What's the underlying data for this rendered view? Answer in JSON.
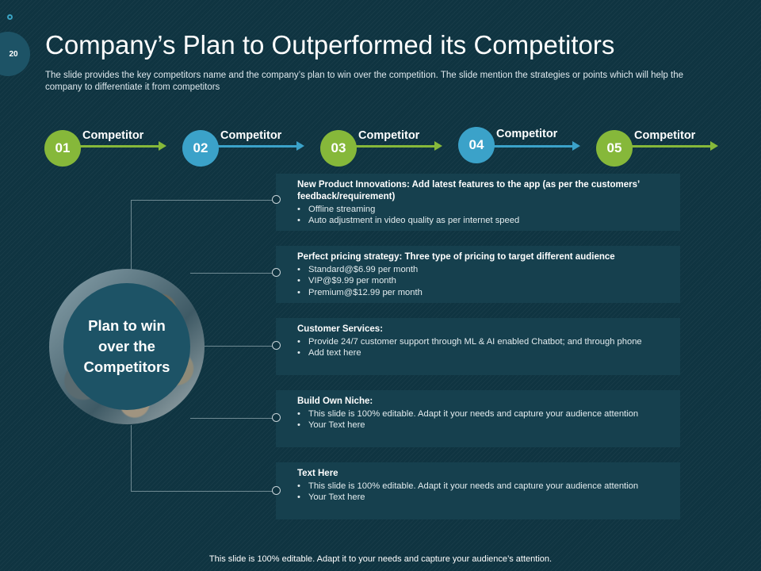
{
  "slide_number": "20",
  "title": "Company’s Plan to Outperformed its Competitors",
  "subtitle": "The slide provides the key competitors name and the company’s plan to win over the competition. The slide mention the strategies or points which will help the company to differentiate it from competitors",
  "colors": {
    "green": "#86b83a",
    "blue": "#3ba2c9",
    "background": "#0f3441",
    "card": "#16404e"
  },
  "steps": [
    {
      "number": "01",
      "label": "Competitor"
    },
    {
      "number": "02",
      "label": "Competitor"
    },
    {
      "number": "03",
      "label": "Competitor"
    },
    {
      "number": "04",
      "label": "Competitor"
    },
    {
      "number": "05",
      "label": "Competitor"
    }
  ],
  "center": {
    "line1": "Plan to win",
    "line2": "over the",
    "line3": "Competitors"
  },
  "cards": [
    {
      "heading": "New Product Innovations: Add latest features to the app (as per the customers’ feedback/requirement)",
      "bullets": [
        "Offline streaming",
        "Auto adjustment in video quality as per internet speed"
      ]
    },
    {
      "heading": "Perfect pricing strategy: Three type of pricing to target different audience",
      "bullets": [
        "Standard@$6.99 per month",
        "VIP@$9.99 per month",
        "Premium@$12.99 per month"
      ]
    },
    {
      "heading": "Customer Services:",
      "bullets": [
        "Provide 24/7 customer support through ML & AI enabled Chatbot; and through phone",
        "Add text here"
      ]
    },
    {
      "heading": "Build Own Niche:",
      "bullets": [
        "This slide is 100% editable. Adapt it your needs and capture your audience attention",
        "Your Text here"
      ]
    },
    {
      "heading": "Text Here",
      "bullets": [
        "This slide is 100% editable. Adapt it your needs and capture your audience attention",
        "Your Text here"
      ]
    }
  ],
  "footer": "This slide is 100% editable. Adapt it to your needs and capture your audience’s attention."
}
